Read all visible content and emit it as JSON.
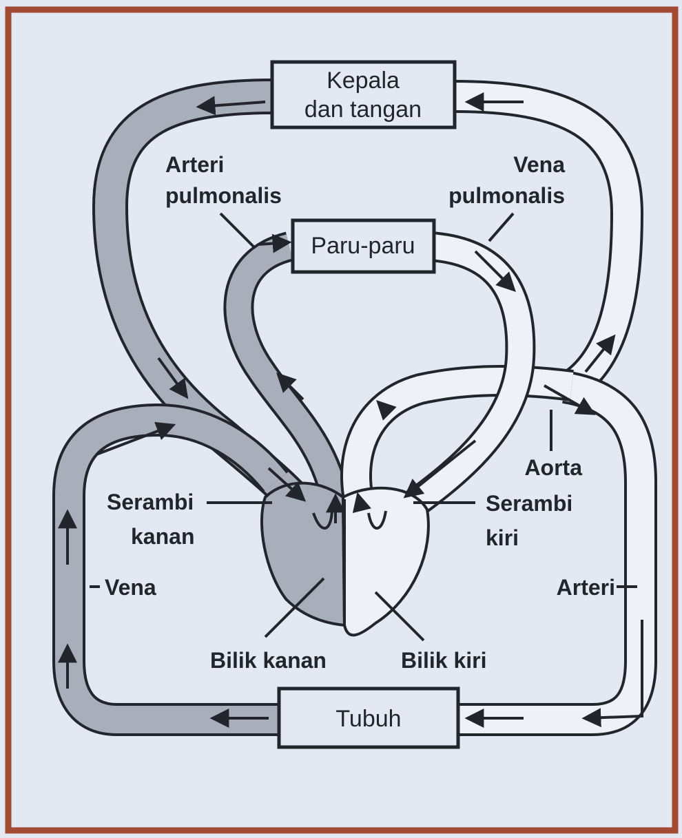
{
  "colors": {
    "frame": "#a24a33",
    "paper": "#e4e8f2",
    "ink": "#23252c",
    "vessel_fill_venous": "#a9aebb",
    "vessel_fill_arterial": "#eef1f7"
  },
  "organs": {
    "head": {
      "line1": "Kepala",
      "line2": "dan tangan"
    },
    "lungs": {
      "label": "Paru-paru"
    },
    "body": {
      "label": "Tubuh"
    }
  },
  "labels": {
    "pulmonary_artery": {
      "line1": "Arteri",
      "line2": "pulmonalis"
    },
    "pulmonary_vein": {
      "line1": "Vena",
      "line2": "pulmonalis"
    },
    "aorta": "Aorta",
    "right_atrium": {
      "line1": "Serambi",
      "line2": "kanan"
    },
    "left_atrium": {
      "line1": "Serambi",
      "line2": "kiri"
    },
    "vein": "Vena",
    "artery": "Arteri",
    "right_ventricle": "Bilik kanan",
    "left_ventricle": "Bilik kiri"
  }
}
